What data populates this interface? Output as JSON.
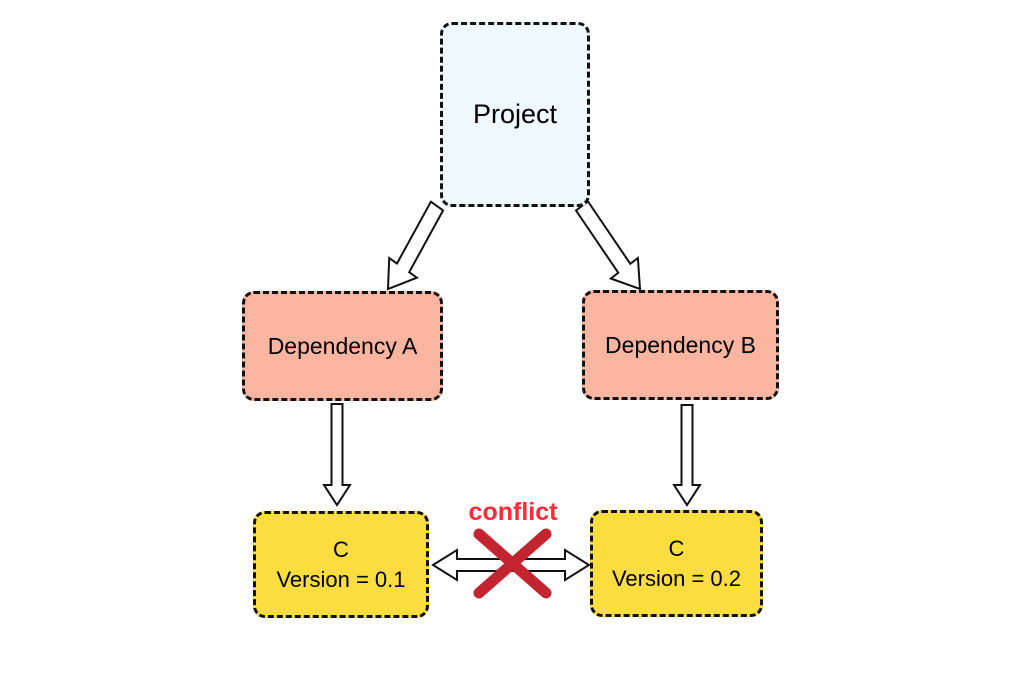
{
  "diagram": {
    "type": "dependency-conflict-diagram",
    "nodes": {
      "project": {
        "label": "Project",
        "fill": "#eff8fc"
      },
      "dep_a": {
        "label": "Dependency A",
        "fill": "#f9b5a0"
      },
      "dep_b": {
        "label": "Dependency B",
        "fill": "#f9b5a0"
      },
      "c1": {
        "label": "C",
        "sublabel": "Version = 0.1",
        "fill": "#fbdd3f"
      },
      "c2": {
        "label": "C",
        "sublabel": "Version = 0.2",
        "fill": "#fbdd3f"
      }
    },
    "edges": [
      {
        "from": "Project",
        "to": "Dependency A",
        "style": "hollow-arrow"
      },
      {
        "from": "Project",
        "to": "Dependency B",
        "style": "hollow-arrow"
      },
      {
        "from": "Dependency A",
        "to": "C Version = 0.1",
        "style": "hollow-arrow"
      },
      {
        "from": "Dependency B",
        "to": "C Version = 0.2",
        "style": "hollow-arrow"
      },
      {
        "from": "C Version = 0.1",
        "to": "C Version = 0.2",
        "style": "hollow-double-arrow",
        "blocked": true
      }
    ],
    "conflict": {
      "label": "conflict",
      "label_color": "#fb2c38",
      "x_color": "#c2252f"
    },
    "box_border_color": "#111111",
    "arrow_fill": "#ffffff",
    "arrow_stroke": "#111111"
  }
}
